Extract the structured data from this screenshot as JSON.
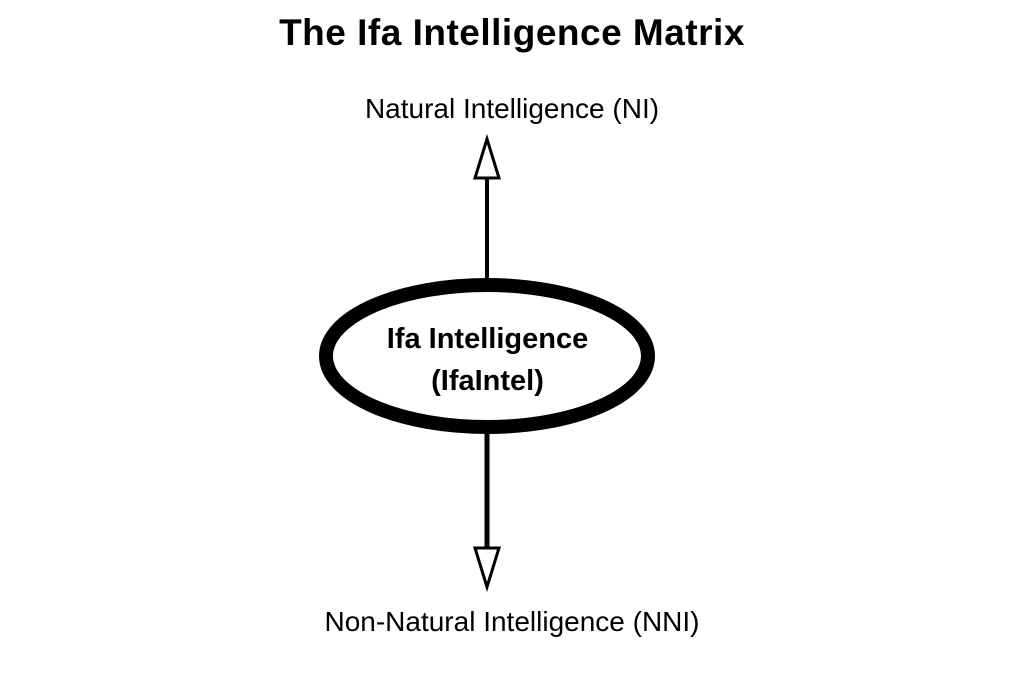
{
  "diagram": {
    "title": "The Ifa Intelligence Matrix",
    "top_label": "Natural Intelligence (NI)",
    "center_node": {
      "line1": "Ifa Intelligence",
      "line2": "(IfaIntel)"
    },
    "bottom_label": "Non-Natural Intelligence (NNI)",
    "colors": {
      "ink": "#000000",
      "background": "#ffffff"
    }
  }
}
